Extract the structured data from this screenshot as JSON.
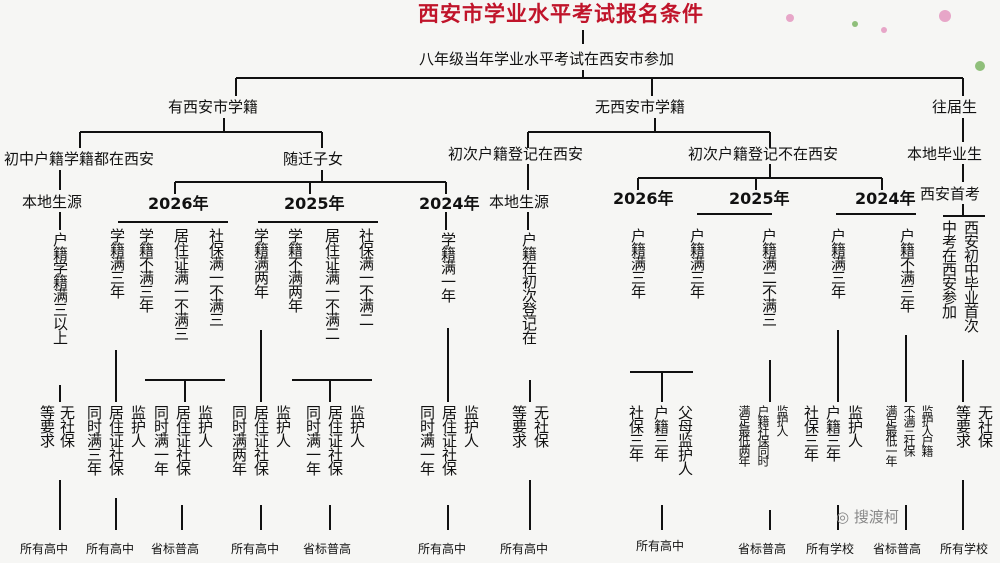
{
  "title": "西安市学业水平考试报名条件",
  "subtitle": "八年级当年学业水平考试在西安市参加",
  "branches": {
    "has": "有西安市学籍",
    "none": "无西安市学籍",
    "past": "往届生"
  },
  "sub": {
    "local_both": "初中户籍学籍都在西安",
    "migrant": "随迁子女",
    "first_xa": "初次户籍登记在西安",
    "first_not": "初次户籍登记不在西安",
    "local_grad": "本地毕业生",
    "xa_first": "西安首考"
  },
  "labels": {
    "local_src1": "本地生源",
    "local_src2": "本地生源"
  },
  "years": {
    "y2026a": "2026年",
    "y2025a": "2025年",
    "y2024a": "2024年",
    "y2026b": "2026年",
    "y2025b": "2025年",
    "y2024b": "2024年"
  },
  "vtext": [
    "户籍学籍满三以上",
    "学籍满三年",
    "学籍不满三年",
    "居住证满一不满三",
    "社保满一不满三",
    "学籍满两年",
    "学籍不满两年",
    "居住证满一不满二",
    "社保满一不满二",
    "学籍满一年",
    "户籍在初次登记在",
    "户籍满三年",
    "户籍满三年",
    "户籍满二不满三",
    "户籍满三年",
    "户籍不满三年",
    "中考在西安参加",
    "西安初中毕业首次"
  ],
  "ctext": [
    "等要求",
    "无社保",
    "同时满三年",
    "居住证社保",
    "监护人",
    "同时满一年",
    "居住证社保",
    "监护人",
    "同时满两年",
    "居住证社保",
    "监护人",
    "同时满一年",
    "居住证社保",
    "监护人",
    "同时满一年",
    "居住证社保",
    "监护人",
    "等要求",
    "无社保",
    "社保三年",
    "户籍三年",
    "父母监护人",
    "满足最低两年",
    "户籍社保同时",
    "监护人",
    "社保三年",
    "户籍三年",
    "监护人",
    "满足最低一年",
    "不满三社保",
    "监护人户籍",
    "等要求",
    "无社保"
  ],
  "footer": [
    "所有高中",
    "所有高中",
    "省标普高",
    "所有高中",
    "省标普高",
    "所有高中",
    "所有高中",
    "所有高中",
    "省标普高",
    "所有学校",
    "省标普高",
    "所有学校"
  ],
  "logo": "搜渡柯",
  "colors": {
    "title": "#c0142a",
    "line": "#111111"
  }
}
